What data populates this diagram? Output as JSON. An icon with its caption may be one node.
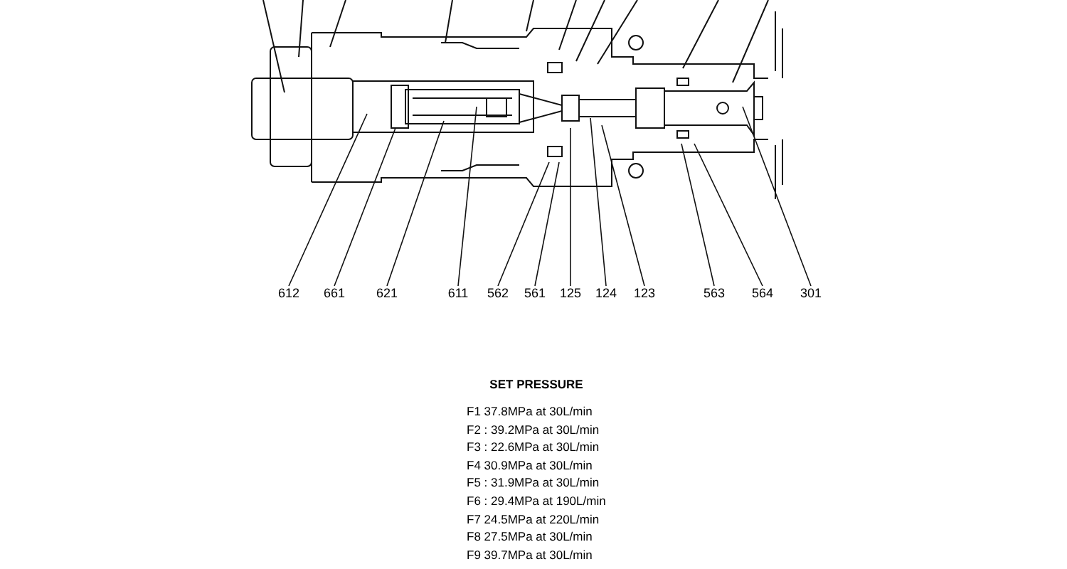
{
  "diagram": {
    "nodes": [
      {
        "text": [
          "612"
        ]
      },
      {
        "text": [
          "661"
        ]
      },
      {
        "text": [
          "621"
        ]
      },
      {
        "text": [
          "611"
        ]
      },
      {
        "text": [
          "562"
        ]
      },
      {
        "text": [
          "561"
        ]
      },
      {
        "text": [
          "125"
        ]
      },
      {
        "text": [
          "124"
        ]
      },
      {
        "text": [
          "123"
        ]
      },
      {
        "text": [
          "563"
        ]
      },
      {
        "text": [
          "564"
        ]
      },
      {
        "text": [
          "301"
        ]
      }
    ],
    "edges": [
      {
        "from": 0,
        "to": null,
        "arrow": "none"
      },
      {
        "from": 1,
        "to": null,
        "arrow": "none"
      },
      {
        "from": 2,
        "to": null,
        "arrow": "none"
      },
      {
        "from": 3,
        "to": null,
        "arrow": "none"
      },
      {
        "from": 4,
        "to": null,
        "arrow": "none"
      },
      {
        "from": 5,
        "to": null,
        "arrow": "none"
      },
      {
        "from": 6,
        "to": null,
        "arrow": "none"
      },
      {
        "from": 7,
        "to": null,
        "arrow": "none"
      },
      {
        "from": 8,
        "to": null,
        "arrow": "none"
      },
      {
        "from": 9,
        "to": null,
        "arrow": "none"
      },
      {
        "from": 10,
        "to": null,
        "arrow": "none"
      },
      {
        "from": 11,
        "to": null,
        "arrow": "none"
      }
    ],
    "labels": [
      "SET PRESSURE",
      "F1 37.8MPa at 30L/min",
      "F2 : 39.2MPa at 30L/min",
      "F3 : 22.6MPa at 30L/min",
      "F4 30.9MPa at 30L/min",
      "F5 : 31.9MPa at 30L/min",
      "F6 : 29.4MPa at 190L/min",
      "F7 24.5MPa at 220L/min",
      "F8 27.5MPa at 30L/min",
      "F9 39.7MPa at 30L/min"
    ]
  }
}
